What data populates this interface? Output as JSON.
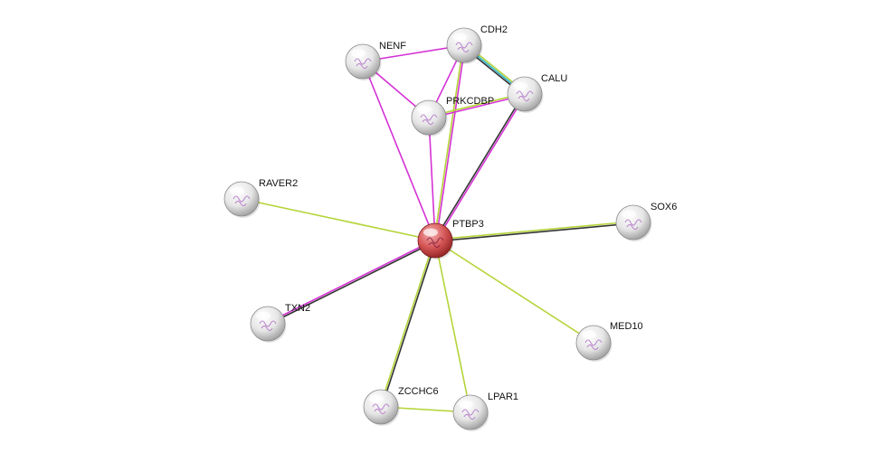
{
  "colors": {
    "query_node": "#c94040",
    "neighbor_node": "#d9d9d9",
    "edge_coexpression": "#333333",
    "edge_textmining": "#b5d43a",
    "edge_experiments": "#d532d5",
    "edge_database": "#2fb6c8"
  },
  "nodes": [
    {
      "id": "PTBP3",
      "label": "PTBP3",
      "type": "query",
      "icon": "protein-structure-icon"
    },
    {
      "id": "CDH2",
      "label": "CDH2",
      "type": "neighbor",
      "icon": "protein-structure-icon"
    },
    {
      "id": "NENF",
      "label": "NENF",
      "type": "neighbor",
      "icon": "protein-structure-icon"
    },
    {
      "id": "CALU",
      "label": "CALU",
      "type": "neighbor",
      "icon": "protein-structure-icon"
    },
    {
      "id": "PRKCDBP",
      "label": "PRKCDBP",
      "type": "neighbor",
      "icon": "protein-structure-icon"
    },
    {
      "id": "RAVER2",
      "label": "RAVER2",
      "type": "neighbor",
      "icon": "protein-structure-icon"
    },
    {
      "id": "SOX6",
      "label": "SOX6",
      "type": "neighbor",
      "icon": "protein-structure-icon"
    },
    {
      "id": "TXN2",
      "label": "TXN2",
      "type": "neighbor",
      "icon": "protein-structure-icon"
    },
    {
      "id": "MED10",
      "label": "MED10",
      "type": "neighbor",
      "icon": "protein-structure-icon"
    },
    {
      "id": "ZCCHC6",
      "label": "ZCCHC6",
      "type": "neighbor",
      "icon": "protein-structure-icon"
    },
    {
      "id": "LPAR1",
      "label": "LPAR1",
      "type": "neighbor",
      "icon": "protein-structure-icon"
    }
  ],
  "edges": [
    {
      "from": "PTBP3",
      "to": "CDH2",
      "kinds": [
        "textmining",
        "experiments"
      ]
    },
    {
      "from": "PTBP3",
      "to": "NENF",
      "kinds": [
        "experiments"
      ]
    },
    {
      "from": "PTBP3",
      "to": "CALU",
      "kinds": [
        "coexpression",
        "experiments"
      ]
    },
    {
      "from": "PTBP3",
      "to": "PRKCDBP",
      "kinds": [
        "experiments"
      ]
    },
    {
      "from": "PTBP3",
      "to": "RAVER2",
      "kinds": [
        "textmining"
      ]
    },
    {
      "from": "PTBP3",
      "to": "SOX6",
      "kinds": [
        "textmining",
        "coexpression"
      ]
    },
    {
      "from": "PTBP3",
      "to": "TXN2",
      "kinds": [
        "coexpression",
        "experiments"
      ]
    },
    {
      "from": "PTBP3",
      "to": "MED10",
      "kinds": [
        "textmining"
      ]
    },
    {
      "from": "PTBP3",
      "to": "ZCCHC6",
      "kinds": [
        "coexpression",
        "textmining"
      ]
    },
    {
      "from": "PTBP3",
      "to": "LPAR1",
      "kinds": [
        "textmining"
      ]
    },
    {
      "from": "NENF",
      "to": "CDH2",
      "kinds": [
        "experiments"
      ]
    },
    {
      "from": "NENF",
      "to": "PRKCDBP",
      "kinds": [
        "experiments"
      ]
    },
    {
      "from": "CDH2",
      "to": "CALU",
      "kinds": [
        "textmining",
        "database",
        "coexpression"
      ]
    },
    {
      "from": "CDH2",
      "to": "PRKCDBP",
      "kinds": [
        "experiments"
      ]
    },
    {
      "from": "PRKCDBP",
      "to": "CALU",
      "kinds": [
        "textmining",
        "experiments"
      ]
    },
    {
      "from": "ZCCHC6",
      "to": "LPAR1",
      "kinds": [
        "textmining"
      ]
    }
  ]
}
